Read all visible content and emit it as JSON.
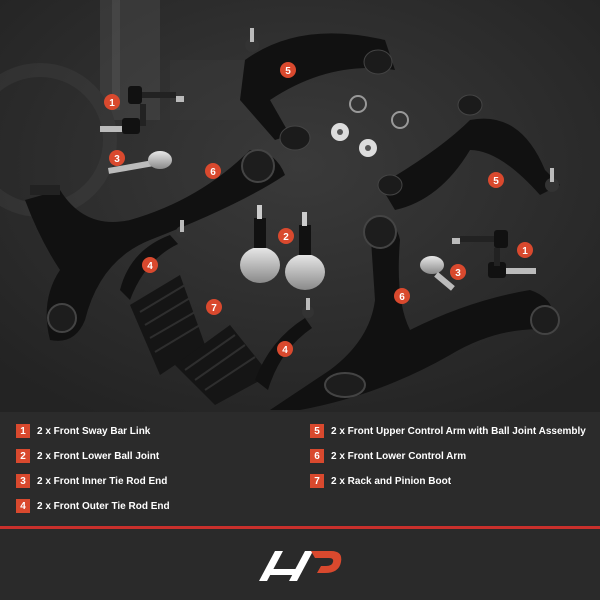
{
  "legend": {
    "items": [
      {
        "num": "1",
        "text": "2 x Front Sway Bar Link"
      },
      {
        "num": "2",
        "text": "2 x Front Lower Ball Joint"
      },
      {
        "num": "3",
        "text": "2 x Front Inner Tie Rod End"
      },
      {
        "num": "4",
        "text": "2 x Front Outer Tie Rod End"
      },
      {
        "num": "5",
        "text": "2 x Front Upper Control Arm with Ball Joint Assembly"
      },
      {
        "num": "6",
        "text": "2 x Front Lower Control Arm"
      },
      {
        "num": "7",
        "text": "2 x Rack and Pinion Boot"
      }
    ]
  },
  "callouts": {
    "c1a": "1",
    "c1b": "1",
    "c2": "2",
    "c3a": "3",
    "c3b": "3",
    "c4a": "4",
    "c4b": "4",
    "c5a": "5",
    "c5b": "5",
    "c6a": "6",
    "c6b": "6",
    "c7": "7"
  },
  "colors": {
    "accent": "#d9492e",
    "divider": "#c9302c",
    "background": "#2a2a2a"
  },
  "logo": {
    "icon": "brand-logo-icon"
  }
}
